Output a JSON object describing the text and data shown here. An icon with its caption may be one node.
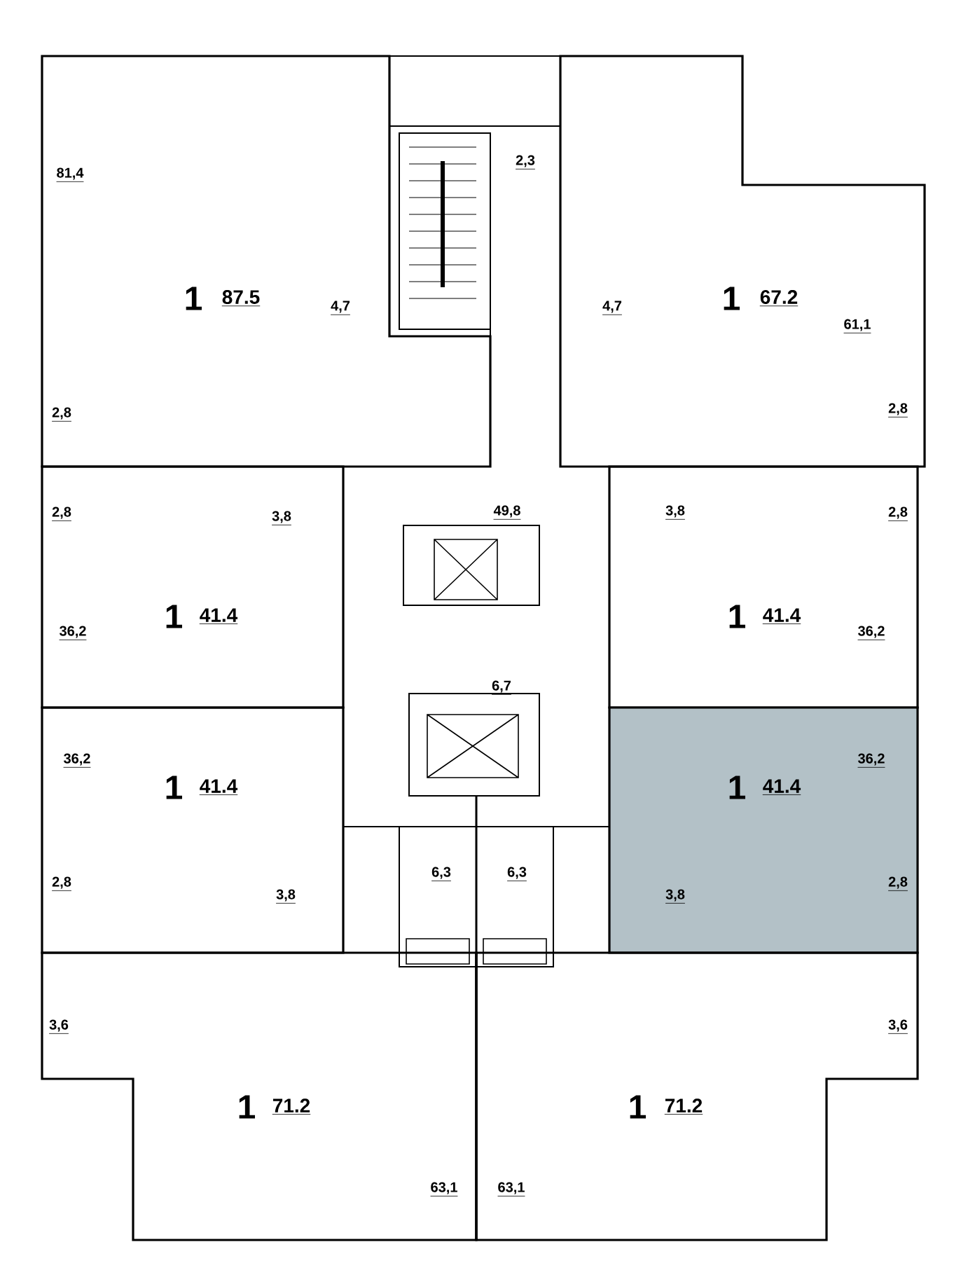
{
  "diagram": {
    "nodes": [
      {
        "text": [
          "1",
          "87.5",
          "81,4",
          "4,7",
          "2,8"
        ]
      },
      {
        "text": [
          "1",
          "67.2",
          "4,7",
          "61,1",
          "2,8"
        ]
      },
      {
        "text": [
          "2,8",
          "3,8",
          "1",
          "41.4",
          "36,2"
        ]
      },
      {
        "text": [
          "3,8",
          "2,8",
          "1",
          "41.4",
          "36,2"
        ]
      },
      {
        "text": [
          "36,2",
          "1",
          "41.4",
          "2,8",
          "3,8"
        ]
      },
      {
        "text": [
          "36,2",
          "1",
          "41.4",
          "3,8",
          "2,8"
        ]
      },
      {
        "text": [
          "3,6",
          "1",
          "71.2",
          "63,1"
        ]
      },
      {
        "text": [
          "3,6",
          "1",
          "71.2",
          "63,1"
        ]
      }
    ],
    "labels": [
      "2,3",
      "49,8",
      "6,7",
      "6,3",
      "6,3"
    ]
  }
}
